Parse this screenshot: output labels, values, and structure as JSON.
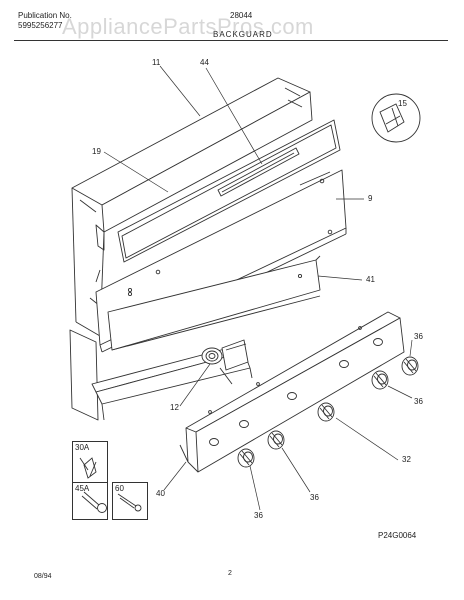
{
  "header": {
    "publication_label": "Publication No.",
    "publication_number": "5995256277",
    "model": "28044",
    "section_title": "BACKGUARD",
    "watermark": "AppliancePartsPros.com"
  },
  "callouts": {
    "c11": "11",
    "c44": "44",
    "c15": "15",
    "c19": "19",
    "c9": "9",
    "c41": "41",
    "c36a": "36",
    "c36b": "36",
    "c12": "12",
    "c32": "32",
    "c36c": "36",
    "c40": "40",
    "c36d": "36"
  },
  "legend": {
    "box30a": "30A",
    "box45a": "45A",
    "box60": "60"
  },
  "footer": {
    "diagram_code": "P24G0064",
    "date": "08/94",
    "page": "2"
  },
  "colors": {
    "line": "#333333",
    "watermark": "#9a9a9a"
  }
}
